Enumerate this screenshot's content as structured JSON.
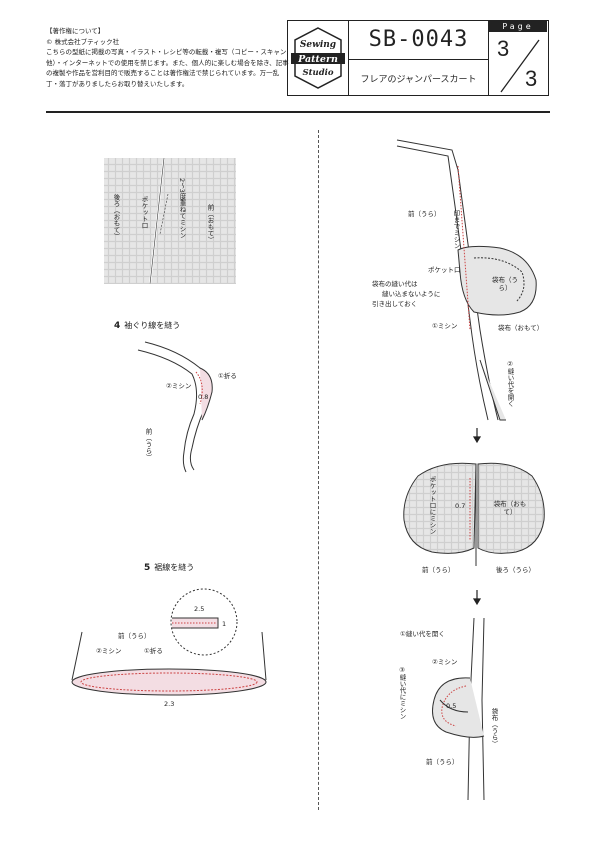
{
  "copyright": {
    "title": "【著作権について】",
    "company": "© 株式会社ブティック社",
    "body": "こちらの型紙に掲載の写真・イラスト・レシピ等の転載・複写（コピー・スキャン他）・インターネットでの使用を禁じます。また、個人的に楽しむ場合を除き、記事の複製や作品を営利目的で販売することは著作権法で禁じられています。万一乱丁・落丁がありましたらお取り替えいたします。"
  },
  "header": {
    "logo_line1": "Sewing",
    "logo_line2": "Pattern",
    "logo_line3": "Studio",
    "code": "SB-0043",
    "product_name": "フレアのジャンパースカート",
    "page_label": "Page",
    "page_current": "3",
    "page_total": "3"
  },
  "left": {
    "pocket_labels": {
      "front": "前（おもて）",
      "back": "後ろ（おもて）",
      "pocket_mouth": "ポケット口",
      "reverse_stitch": "2〜3度重ねてミシン"
    },
    "step4": {
      "number": "4",
      "title": "袖ぐり線を縫う",
      "fold": "①折る",
      "machine": "②ミシン",
      "dim": "0.8",
      "front": "前（うら）"
    },
    "step5": {
      "number": "5",
      "title": "裾線を縫う",
      "front": "前（うら）",
      "machine": "②ミシン",
      "fold": "①折る",
      "dim_a": "2.5",
      "dim_b": "1",
      "dim_c": "2.3"
    }
  },
  "right": {
    "top": {
      "front": "前（うら）",
      "stitch_to_mark": "印までミシン",
      "pocket_mouth": "ポケット口",
      "pocket_bag_reverse": "袋布（うら）",
      "note_line1": "袋布の縫い代は",
      "note_line2": "縫い込まないように",
      "note_line3": "引き出しておく",
      "machine": "①ミシン",
      "pocket_bag_face": "袋布（おもて）",
      "open_seam": "②縫い代を開く"
    },
    "middle": {
      "stitch_pocket": "ポケット口にミシン",
      "dim": "0.7",
      "pocket_bag_face": "袋布（おもて）",
      "front": "前（うら）",
      "back": "後ろ（うら）"
    },
    "bottom": {
      "open_seam": "①縫い代を開く",
      "machine": "②ミシン",
      "stitch_seam": "③縫い代にミシン",
      "dim": "0.5",
      "pocket_bag_reverse": "袋布（うら）",
      "front": "前（うら）"
    }
  }
}
